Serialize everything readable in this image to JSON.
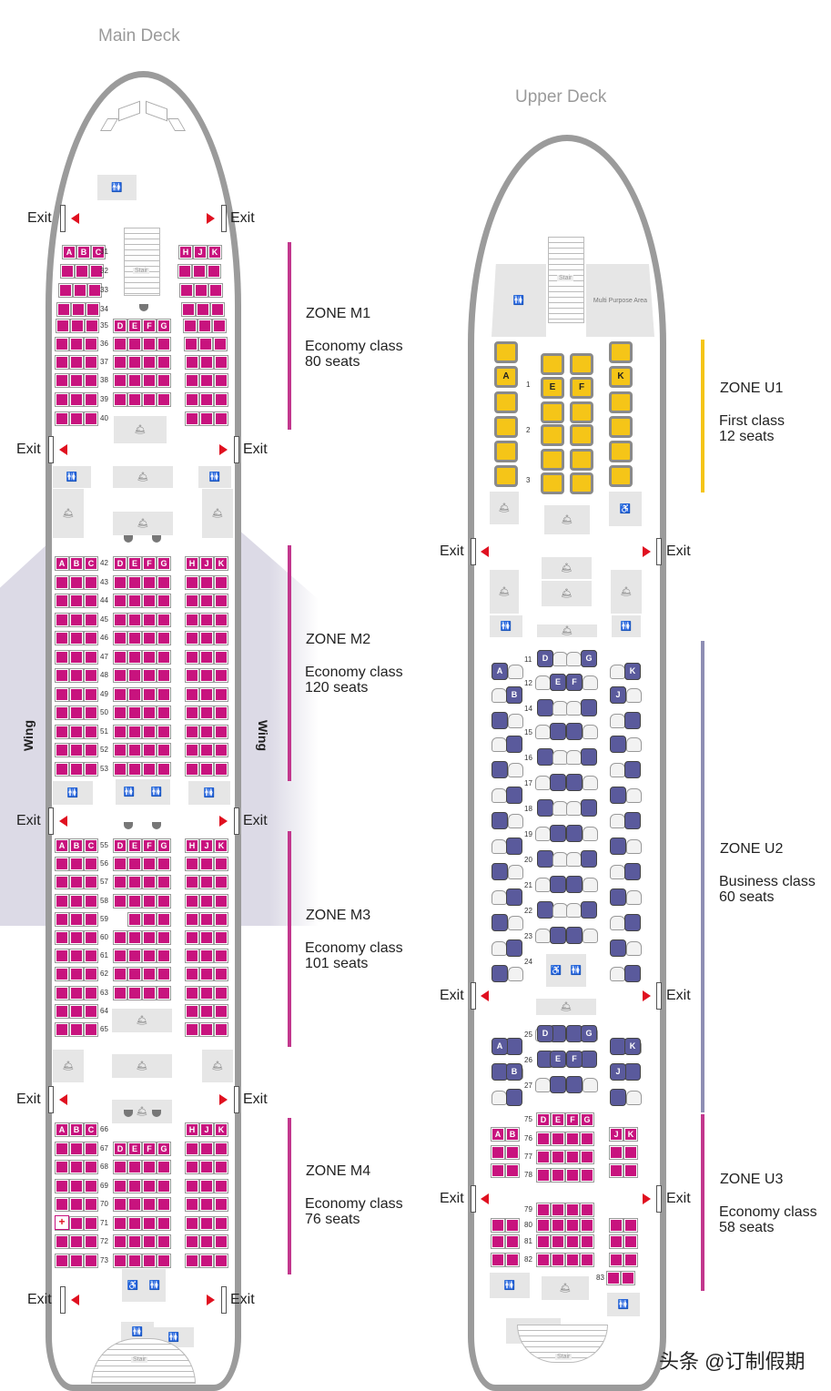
{
  "main_deck": {
    "title": "Main Deck",
    "wing_label": "Wing",
    "exit_label": "Exit",
    "stair_label": "Stair",
    "column_letters_left": [
      "A",
      "B",
      "C"
    ],
    "column_letters_center": [
      "D",
      "E",
      "F",
      "G"
    ],
    "column_letters_right": [
      "H",
      "J",
      "K"
    ],
    "zones": [
      {
        "id": "M1",
        "title": "ZONE M1",
        "class": "Economy class",
        "seats": "80 seats",
        "color": "#c2378d"
      },
      {
        "id": "M2",
        "title": "ZONE M2",
        "class": "Economy class",
        "seats": "120 seats",
        "color": "#c2378d"
      },
      {
        "id": "M3",
        "title": "ZONE M3",
        "class": "Economy class",
        "seats": "101 seats",
        "color": "#c2378d"
      },
      {
        "id": "M4",
        "title": "ZONE M4",
        "class": "Economy class",
        "seats": "76 seats",
        "color": "#c2378d"
      }
    ],
    "rows_m1": [
      "31",
      "32",
      "33",
      "34",
      "35",
      "36",
      "37",
      "38",
      "39",
      "40"
    ],
    "rows_m2": [
      "42",
      "43",
      "44",
      "45",
      "46",
      "47",
      "48",
      "49",
      "50",
      "51",
      "52",
      "53"
    ],
    "rows_m3": [
      "55",
      "56",
      "57",
      "58",
      "59",
      "60",
      "61",
      "62",
      "63",
      "64",
      "65"
    ],
    "rows_m4": [
      "66",
      "67",
      "68",
      "69",
      "70",
      "71",
      "72",
      "73"
    ]
  },
  "upper_deck": {
    "title": "Upper Deck",
    "exit_label": "Exit",
    "stair_label": "Stair",
    "multi_purpose_label": "Multi Purpose Area",
    "zones": [
      {
        "id": "U1",
        "title": "ZONE U1",
        "class": "First class",
        "seats": "12 seats",
        "color": "#f5c518"
      },
      {
        "id": "U2",
        "title": "ZONE U2",
        "class": "Business class",
        "seats": "60 seats",
        "color": "#8e8eb4"
      },
      {
        "id": "U3",
        "title": "ZONE U3",
        "class": "Economy class",
        "seats": "58 seats",
        "color": "#c2378d"
      }
    ],
    "first_rows": [
      "1",
      "2",
      "3"
    ],
    "first_letters": [
      "A",
      "E",
      "F",
      "K"
    ],
    "business_rows": [
      "11",
      "12",
      "14",
      "15",
      "16",
      "17",
      "18",
      "19",
      "20",
      "21",
      "22",
      "23",
      "24",
      "25",
      "26",
      "27"
    ],
    "business_letters": [
      "A",
      "B",
      "D",
      "E",
      "F",
      "G",
      "J",
      "K"
    ],
    "economy_rows": [
      "75",
      "76",
      "77",
      "78",
      "79",
      "80",
      "81",
      "82",
      "83"
    ],
    "economy_letters": [
      "A",
      "B",
      "D",
      "E",
      "F",
      "G",
      "J",
      "K"
    ]
  },
  "icons": {
    "toilet": "toilet-icon",
    "galley": "galley-icon",
    "bassinet": "bassinet-icon",
    "baby_change": "baby-change-icon",
    "wheelchair": "wheelchair-icon",
    "first_aid": "first-aid-icon"
  },
  "watermark": "头条 @订制假期"
}
